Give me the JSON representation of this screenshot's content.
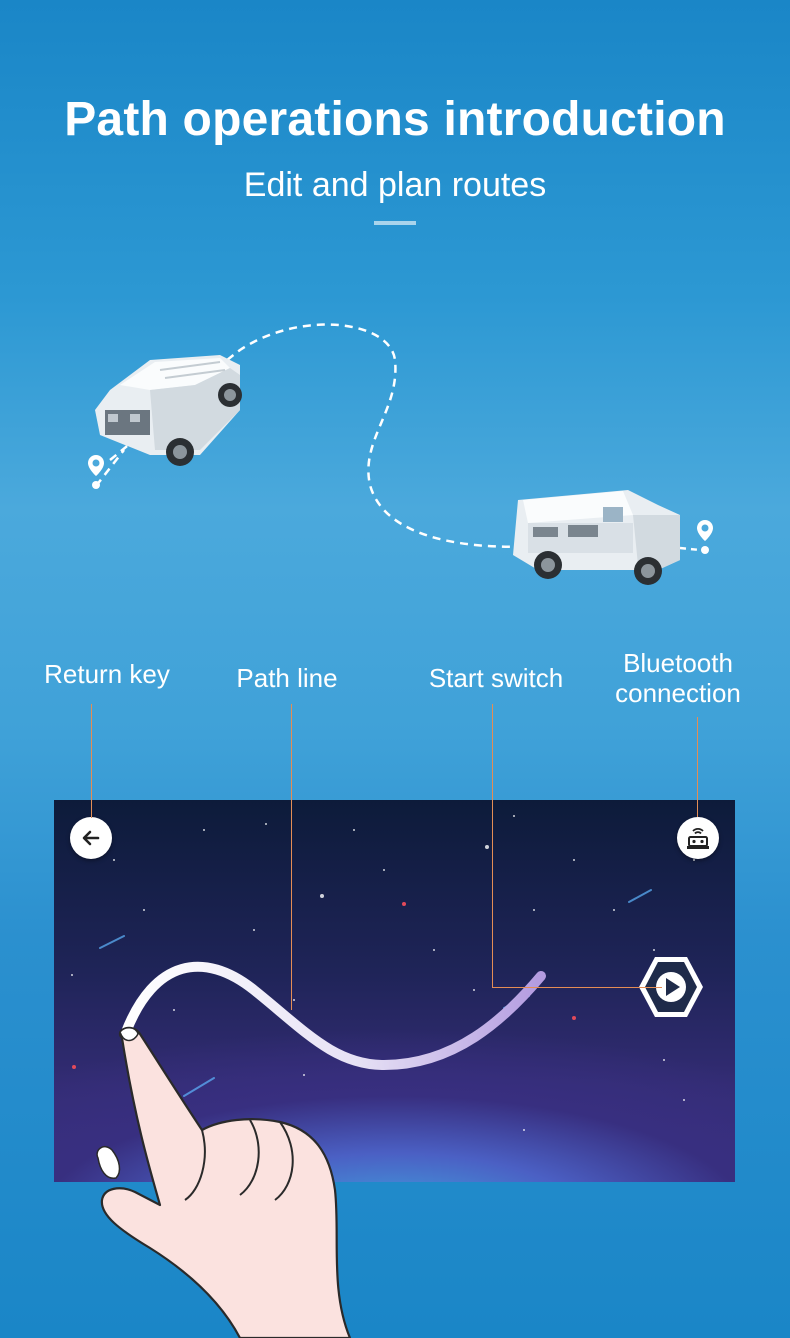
{
  "header": {
    "title": "Path operations introduction",
    "subtitle": "Edit and plan routes"
  },
  "callouts": {
    "return_key": "Return key",
    "path_line": "Path line",
    "start_switch": "Start switch",
    "bluetooth_line1": "Bluetooth",
    "bluetooth_line2": "connection"
  },
  "colors": {
    "background": "#2c98d3",
    "callout_line": "#e48d55",
    "screen_top": "#0d1b3a",
    "screen_bottom": "#3a3080",
    "play_button": "#1f2b4a"
  },
  "icons": {
    "back": "arrow-left-icon",
    "bluetooth": "bluetooth-robot-icon",
    "start": "play-icon",
    "location": "location-pin-icon"
  }
}
